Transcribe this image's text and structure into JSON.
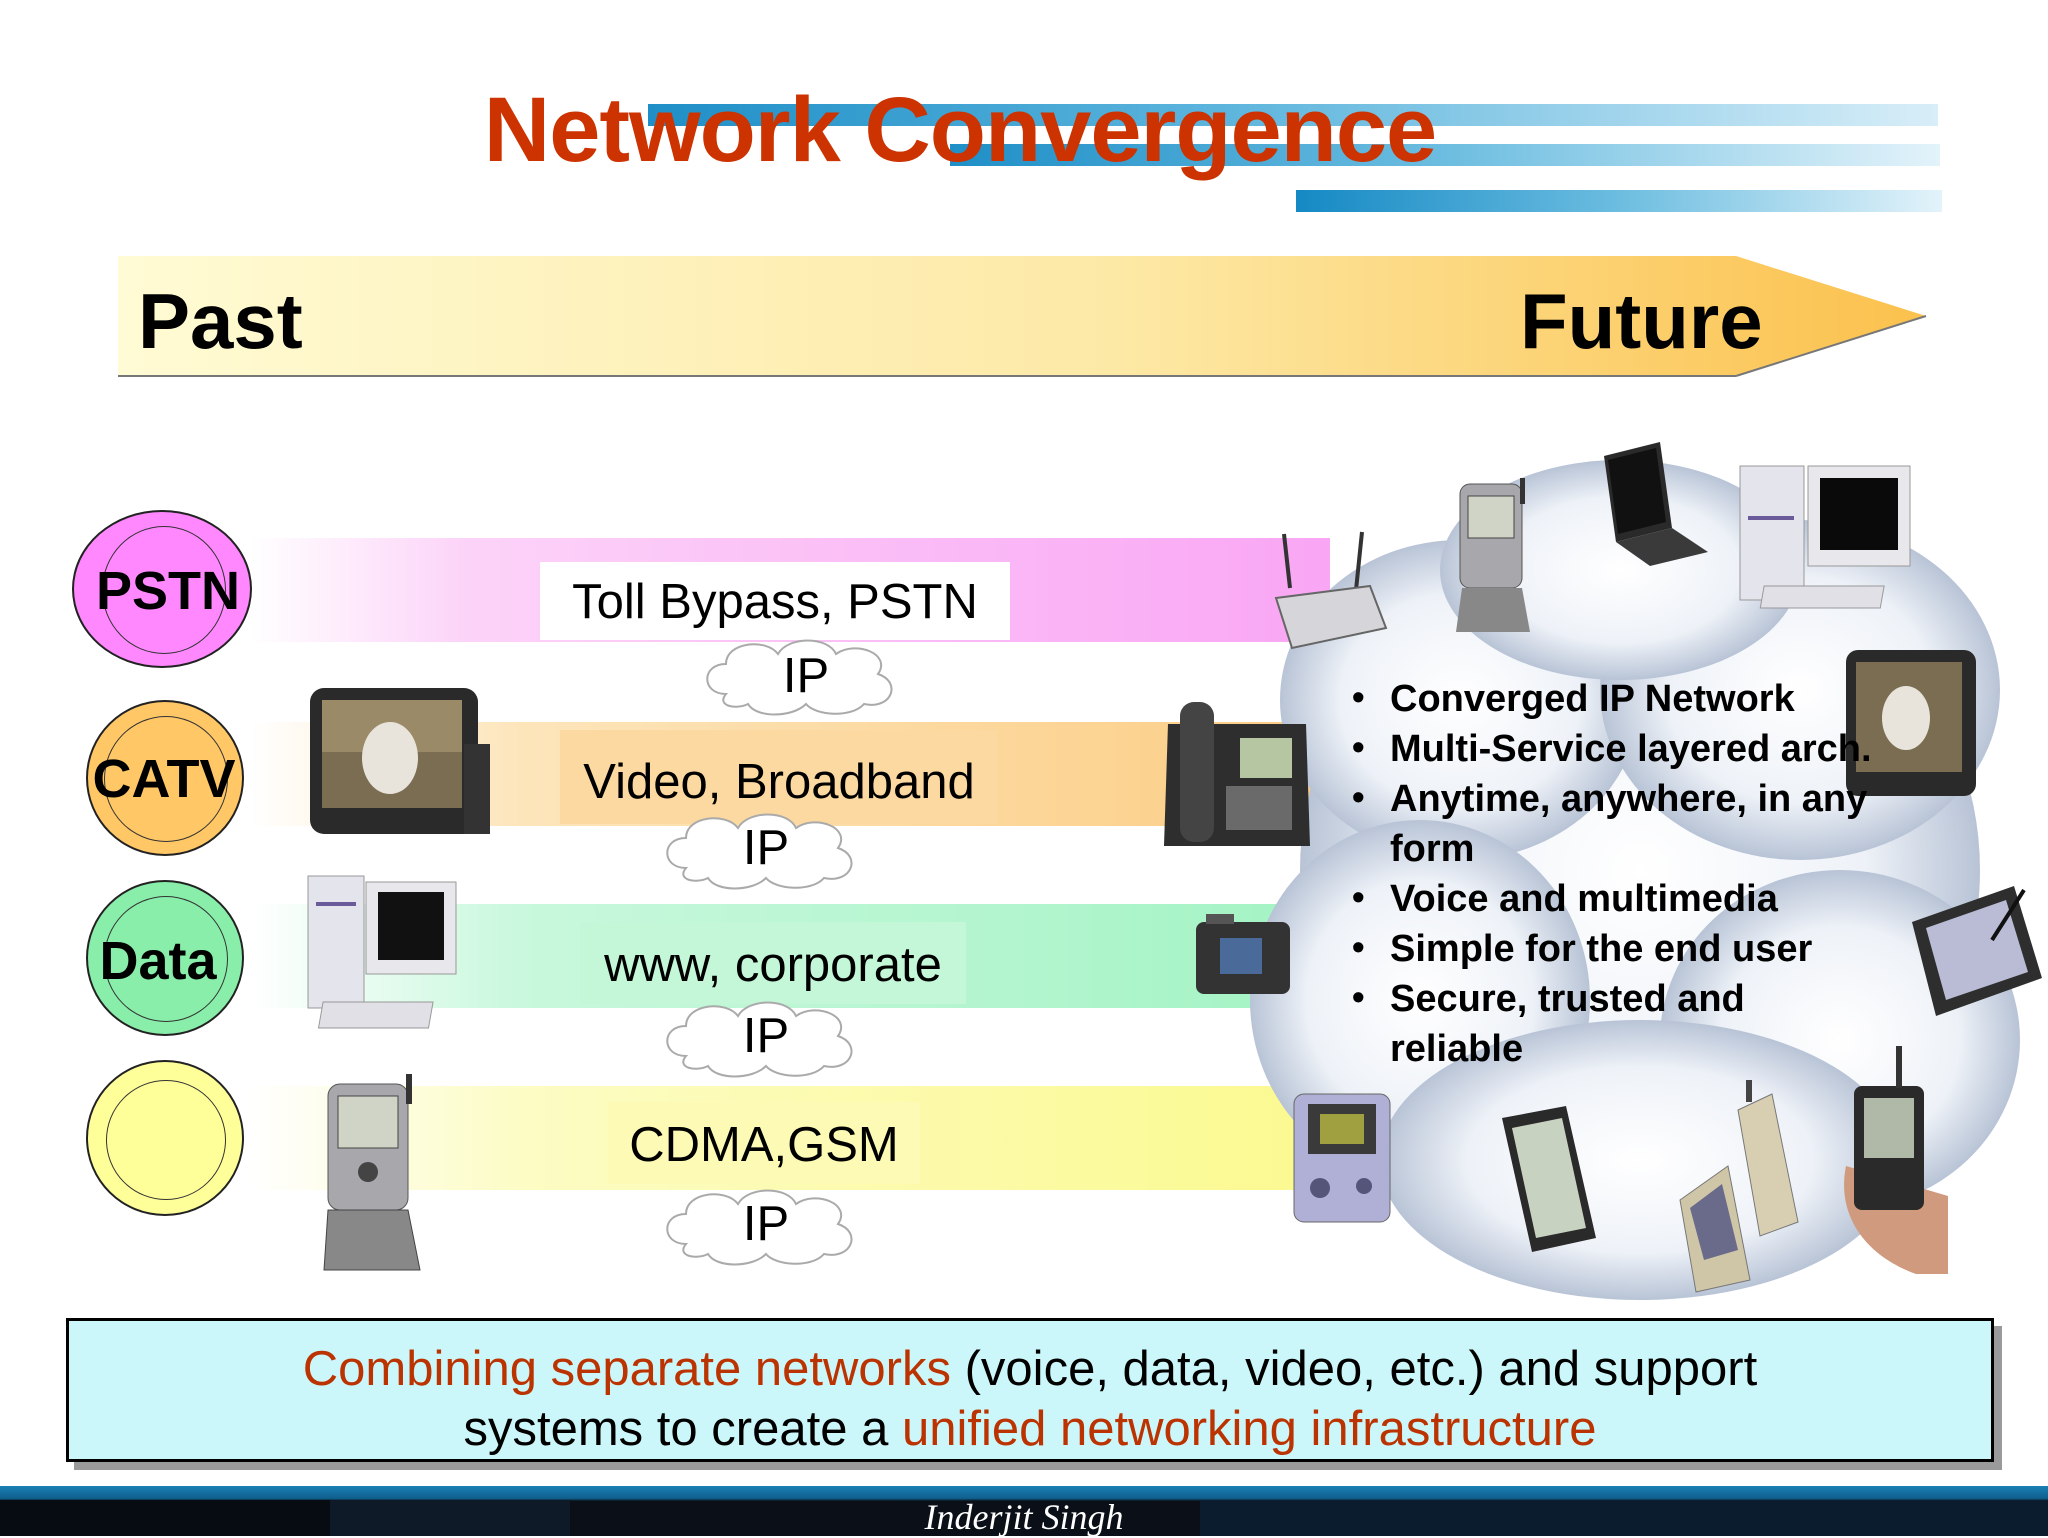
{
  "slide": {
    "title": "Network Convergence",
    "timeline": {
      "start_label": "Past",
      "end_label": "Future"
    },
    "networks": [
      {
        "label": "PSTN",
        "service": "Toll Bypass, PSTN",
        "ip": "IP",
        "color": "#ff88ff",
        "band_color": "#f9a3f4"
      },
      {
        "label": "CATV",
        "service": "Video, Broadband",
        "ip": "IP",
        "color": "#ffc766",
        "band_color": "#fbd28a"
      },
      {
        "label": "Data",
        "service": "www, corporate",
        "ip": "IP",
        "color": "#88eeaa",
        "band_color": "#a6f5c6"
      },
      {
        "label": "",
        "service": "CDMA,GSM",
        "ip": "IP",
        "color": "#ffff99",
        "band_color": "#fbfa9a"
      }
    ],
    "converged_features": [
      "Converged IP Network",
      "Multi-Service layered arch.",
      "Anytime, anywhere, in any form",
      "Voice and multimedia",
      "Simple for the end user",
      "Secure, trusted and reliable"
    ],
    "summary": {
      "part1_highlight": "Combining separate networks",
      "part2": " (voice, data, video, etc.) and support",
      "part3": "systems to create a ",
      "part4_highlight": "unified networking infrastructure"
    },
    "author": "Inderjit Singh",
    "colors": {
      "title": "#cc3300",
      "highlight": "#bb3300",
      "summary_bg": "#ccf7fa"
    }
  }
}
